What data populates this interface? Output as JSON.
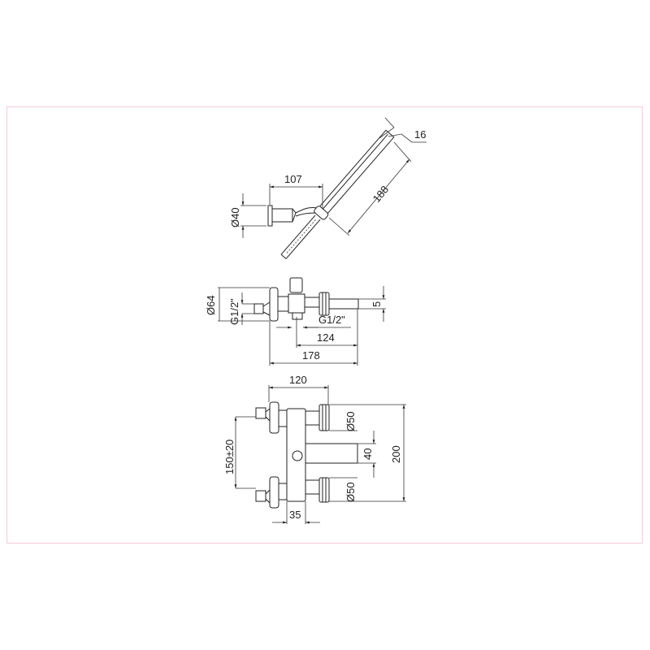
{
  "drawing": {
    "top_view": {
      "width_label": "107",
      "diameter_label": "Ø40",
      "length_label": "188",
      "thickness_label": "16"
    },
    "side_view": {
      "flange_diameter_label": "Ø64",
      "inlet_thread_label": "G1/2\"",
      "outlet_thread_label": "G1/2\"",
      "offset_label": "5",
      "spout_length_label": "124",
      "total_depth_label": "178"
    },
    "front_view": {
      "width_label": "120",
      "centers_label": "150±20",
      "knob_top_label": "Ø50",
      "knob_bottom_label": "Ø50",
      "spout_height_label": "40",
      "height_label": "200",
      "body_width_label": "35"
    }
  }
}
